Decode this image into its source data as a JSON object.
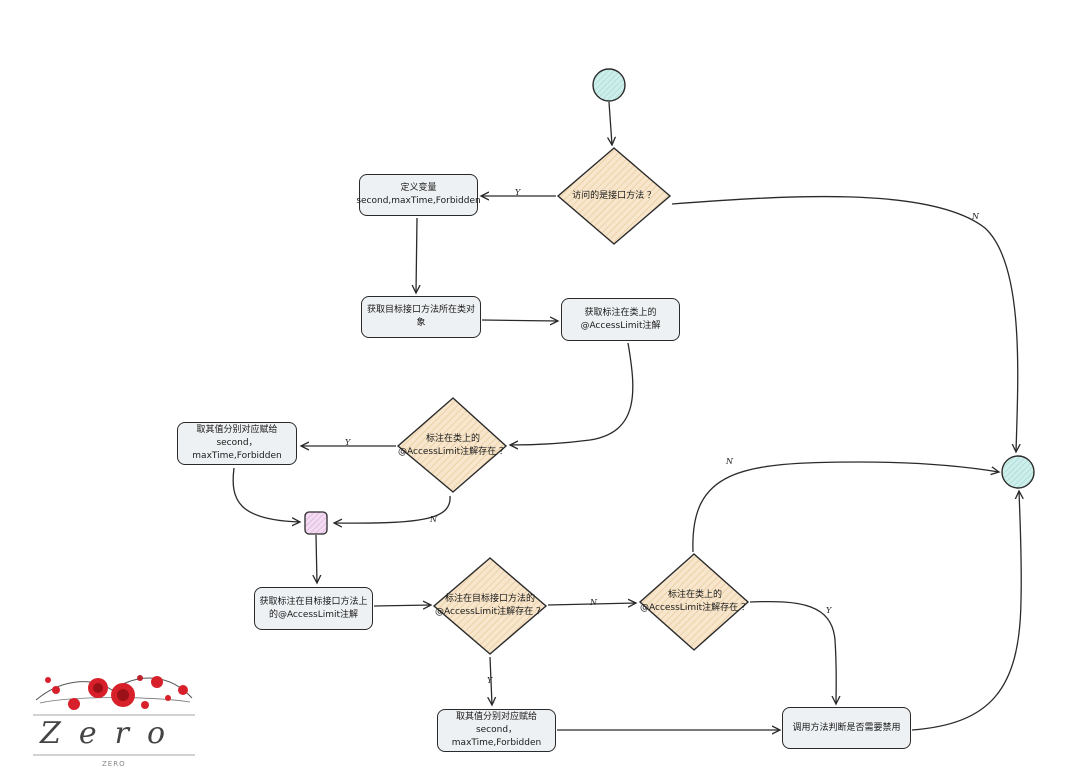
{
  "nodes": {
    "define_vars": "定义变量second,maxTime,Forbidden",
    "get_class": "获取目标接口方法所在类对象",
    "get_class_annotation": "获取标注在类上的@AccessLimit注解",
    "assign_class_values": "取其值分别对应赋给second，maxTime,Forbidden",
    "get_method_annotation": "获取标注在目标接口方法上的@AccessLimit注解",
    "assign_method_values": "取其值分别对应赋给second，maxTime,Forbidden",
    "judge_forbidden": "调用方法判断是否需要禁用"
  },
  "decisions": {
    "is_interface_method": "访问的是接口方法 ？",
    "class_annotation_exists": "标注在类上的@AccessLimit注解存在 ？",
    "method_annotation_exists": "标注在目标接口方法的@AccessLimit注解存在 ？",
    "class_annotation_exists_2": "标注在类上的@AccessLimit注解存在 ？"
  },
  "edge_labels": {
    "yes": "Y",
    "no": "N"
  },
  "logo": {
    "text": "Zero",
    "subtext": "ZERO"
  },
  "colors": {
    "start_end_fill": "#bfe7e3",
    "decision_fill": "#f5dfbf",
    "merge_fill": "#efcdee",
    "box_fill": "#eef1f3",
    "rose": "#d8202a",
    "stroke": "#2a2a2a"
  }
}
